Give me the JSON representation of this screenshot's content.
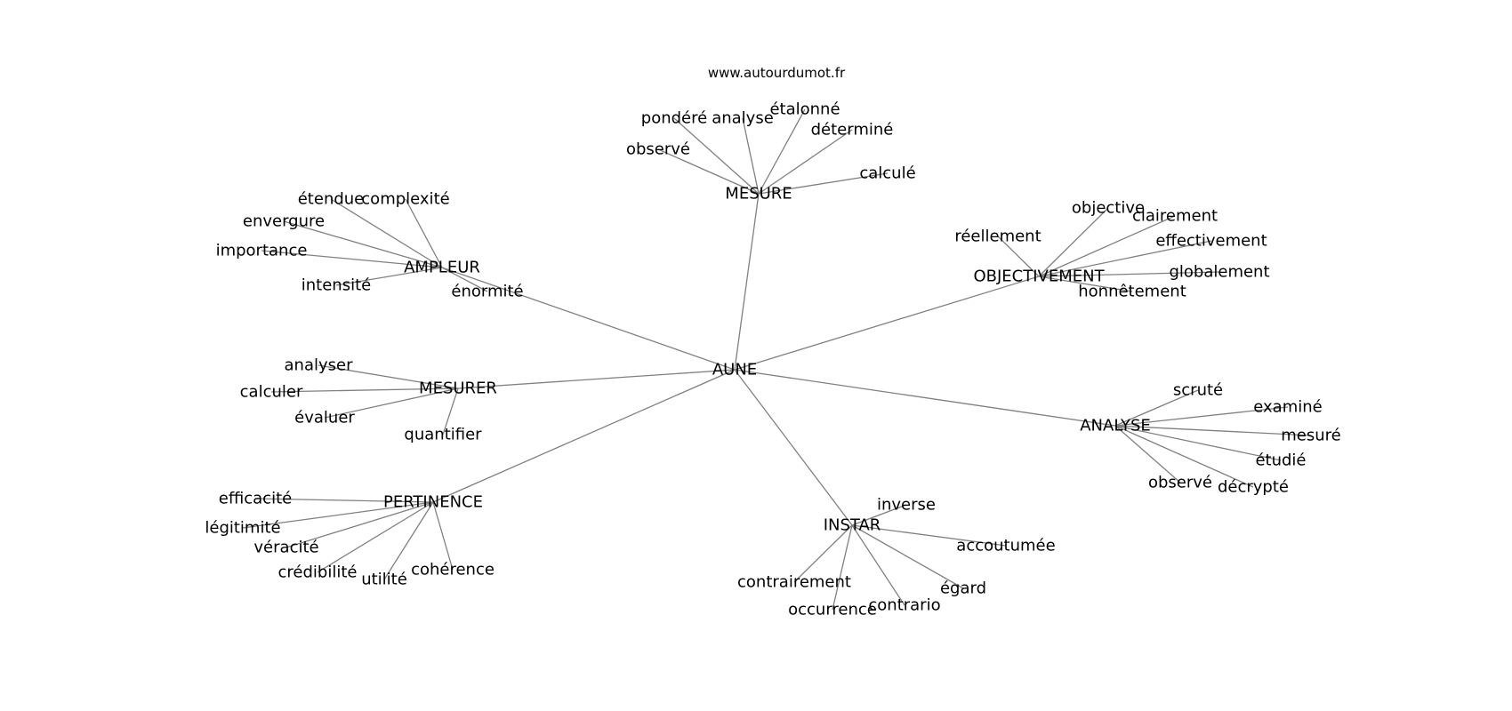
{
  "source": "www.autourdumot.fr",
  "graph": {
    "root": "AUNE",
    "nodes": [
      {
        "id": "AUNE",
        "label": "AUNE"
      },
      {
        "id": "MESURE",
        "label": "MESURE"
      },
      {
        "id": "AMPLEUR",
        "label": "AMPLEUR"
      },
      {
        "id": "OBJECTIVEMENT",
        "label": "OBJECTIVEMENT"
      },
      {
        "id": "MESURER",
        "label": "MESURER"
      },
      {
        "id": "ANALYSE",
        "label": "ANALYSE"
      },
      {
        "id": "PERTINENCE",
        "label": "PERTINENCE"
      },
      {
        "id": "INSTAR",
        "label": "INSTAR"
      },
      {
        "id": "mesure_pondere",
        "label": "pondéré"
      },
      {
        "id": "mesure_analyse",
        "label": "analyse"
      },
      {
        "id": "mesure_etalonne",
        "label": "étalonné"
      },
      {
        "id": "mesure_determine",
        "label": "déterminé"
      },
      {
        "id": "mesure_observe",
        "label": "observé"
      },
      {
        "id": "mesure_calcule",
        "label": "calculé"
      },
      {
        "id": "ampleur_etendue",
        "label": "étendue"
      },
      {
        "id": "ampleur_complexite",
        "label": "complexité"
      },
      {
        "id": "ampleur_envergure",
        "label": "envergure"
      },
      {
        "id": "ampleur_importance",
        "label": "importance"
      },
      {
        "id": "ampleur_intensite",
        "label": "intensité"
      },
      {
        "id": "ampleur_enormite",
        "label": "énormité"
      },
      {
        "id": "obj_objective",
        "label": "objective"
      },
      {
        "id": "obj_clairement",
        "label": "clairement"
      },
      {
        "id": "obj_reellement",
        "label": "réellement"
      },
      {
        "id": "obj_effectivement",
        "label": "effectivement"
      },
      {
        "id": "obj_globalement",
        "label": "globalement"
      },
      {
        "id": "obj_honnetement",
        "label": "honnêtement"
      },
      {
        "id": "mesurer_analyser",
        "label": "analyser"
      },
      {
        "id": "mesurer_calculer",
        "label": "calculer"
      },
      {
        "id": "mesurer_evaluer",
        "label": "évaluer"
      },
      {
        "id": "mesurer_quantifier",
        "label": "quantifier"
      },
      {
        "id": "analyse_scrute",
        "label": "scruté"
      },
      {
        "id": "analyse_examine",
        "label": "examiné"
      },
      {
        "id": "analyse_mesure",
        "label": "mesuré"
      },
      {
        "id": "analyse_etudie",
        "label": "étudié"
      },
      {
        "id": "analyse_observe",
        "label": "observé"
      },
      {
        "id": "analyse_decrypte",
        "label": "décrypté"
      },
      {
        "id": "pert_efficacite",
        "label": "efficacité"
      },
      {
        "id": "pert_legitimite",
        "label": "légitimité"
      },
      {
        "id": "pert_veracite",
        "label": "véracité"
      },
      {
        "id": "pert_credibilite",
        "label": "crédibilité"
      },
      {
        "id": "pert_utilite",
        "label": "utilité"
      },
      {
        "id": "pert_coherence",
        "label": "cohérence"
      },
      {
        "id": "instar_inverse",
        "label": "inverse"
      },
      {
        "id": "instar_accoutumee",
        "label": "accoutumée"
      },
      {
        "id": "instar_contrairement",
        "label": "contrairement"
      },
      {
        "id": "instar_egard",
        "label": "égard"
      },
      {
        "id": "instar_occurrence",
        "label": "occurrence"
      },
      {
        "id": "instar_contrario",
        "label": "contrario"
      }
    ],
    "edges": [
      [
        "AUNE",
        "MESURE"
      ],
      [
        "AUNE",
        "AMPLEUR"
      ],
      [
        "AUNE",
        "OBJECTIVEMENT"
      ],
      [
        "AUNE",
        "MESURER"
      ],
      [
        "AUNE",
        "ANALYSE"
      ],
      [
        "AUNE",
        "PERTINENCE"
      ],
      [
        "AUNE",
        "INSTAR"
      ],
      [
        "MESURE",
        "mesure_pondere"
      ],
      [
        "MESURE",
        "mesure_analyse"
      ],
      [
        "MESURE",
        "mesure_etalonne"
      ],
      [
        "MESURE",
        "mesure_determine"
      ],
      [
        "MESURE",
        "mesure_observe"
      ],
      [
        "MESURE",
        "mesure_calcule"
      ],
      [
        "AMPLEUR",
        "ampleur_etendue"
      ],
      [
        "AMPLEUR",
        "ampleur_complexite"
      ],
      [
        "AMPLEUR",
        "ampleur_envergure"
      ],
      [
        "AMPLEUR",
        "ampleur_importance"
      ],
      [
        "AMPLEUR",
        "ampleur_intensite"
      ],
      [
        "AMPLEUR",
        "ampleur_enormite"
      ],
      [
        "OBJECTIVEMENT",
        "obj_objective"
      ],
      [
        "OBJECTIVEMENT",
        "obj_clairement"
      ],
      [
        "OBJECTIVEMENT",
        "obj_reellement"
      ],
      [
        "OBJECTIVEMENT",
        "obj_effectivement"
      ],
      [
        "OBJECTIVEMENT",
        "obj_globalement"
      ],
      [
        "OBJECTIVEMENT",
        "obj_honnetement"
      ],
      [
        "MESURER",
        "mesurer_analyser"
      ],
      [
        "MESURER",
        "mesurer_calculer"
      ],
      [
        "MESURER",
        "mesurer_evaluer"
      ],
      [
        "MESURER",
        "mesurer_quantifier"
      ],
      [
        "ANALYSE",
        "analyse_scrute"
      ],
      [
        "ANALYSE",
        "analyse_examine"
      ],
      [
        "ANALYSE",
        "analyse_mesure"
      ],
      [
        "ANALYSE",
        "analyse_etudie"
      ],
      [
        "ANALYSE",
        "analyse_observe"
      ],
      [
        "ANALYSE",
        "analyse_decrypte"
      ],
      [
        "PERTINENCE",
        "pert_efficacite"
      ],
      [
        "PERTINENCE",
        "pert_legitimite"
      ],
      [
        "PERTINENCE",
        "pert_veracite"
      ],
      [
        "PERTINENCE",
        "pert_credibilite"
      ],
      [
        "PERTINENCE",
        "pert_utilite"
      ],
      [
        "PERTINENCE",
        "pert_coherence"
      ],
      [
        "INSTAR",
        "instar_inverse"
      ],
      [
        "INSTAR",
        "instar_accoutumee"
      ],
      [
        "INSTAR",
        "instar_contrairement"
      ],
      [
        "INSTAR",
        "instar_egard"
      ],
      [
        "INSTAR",
        "instar_occurrence"
      ],
      [
        "INSTAR",
        "instar_contrario"
      ]
    ]
  },
  "colors": {
    "edge": "#808080",
    "text": "#000000",
    "background": "#ffffff"
  }
}
